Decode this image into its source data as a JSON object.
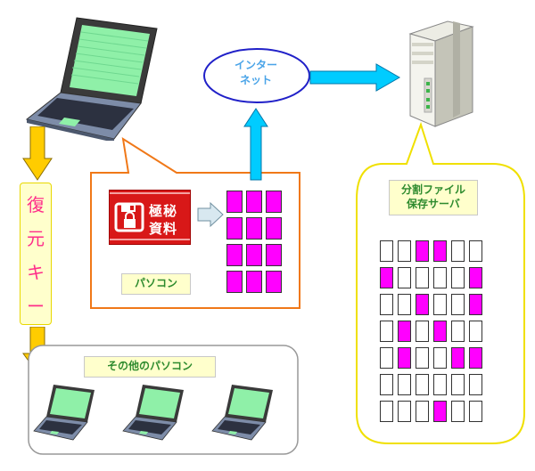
{
  "labels": {
    "internet": "インター\nネット",
    "internet_line1": "インター",
    "internet_line2": "ネット",
    "pc": "パソコン",
    "other_pcs": "その他のパソコン",
    "server_line1": "分割ファイル",
    "server_line2": "保存サーバ",
    "restore_key": [
      "復",
      "元",
      "キ",
      "ー"
    ],
    "secret_line1": "極秘",
    "secret_line2": "資料"
  },
  "colors": {
    "magenta": "#ff00ff",
    "arrow_blue": "#00ccff",
    "arrow_yellow": "#ffcc00",
    "callout_orange": "#f07818",
    "callout_yellow": "#f0e000",
    "callout_gray": "#999999",
    "red_doc": "#d81818",
    "label_green": "#2e8b2e"
  },
  "pc_grid": {
    "rows": 4,
    "cols": 3,
    "cells": [
      [
        1,
        1,
        1
      ],
      [
        1,
        1,
        1
      ],
      [
        1,
        1,
        1
      ],
      [
        1,
        1,
        1
      ]
    ]
  },
  "server_grid": {
    "rows": 7,
    "cols": 6,
    "cells": [
      [
        0,
        0,
        1,
        1,
        0,
        0
      ],
      [
        1,
        0,
        0,
        0,
        0,
        1
      ],
      [
        0,
        0,
        1,
        0,
        0,
        1
      ],
      [
        0,
        1,
        0,
        1,
        0,
        0
      ],
      [
        0,
        1,
        0,
        0,
        1,
        1
      ],
      [
        0,
        0,
        0,
        0,
        0,
        0
      ],
      [
        0,
        0,
        0,
        1,
        0,
        0
      ]
    ]
  },
  "icons": [
    "laptop-icon",
    "server-icon",
    "floppy-lock-icon"
  ]
}
